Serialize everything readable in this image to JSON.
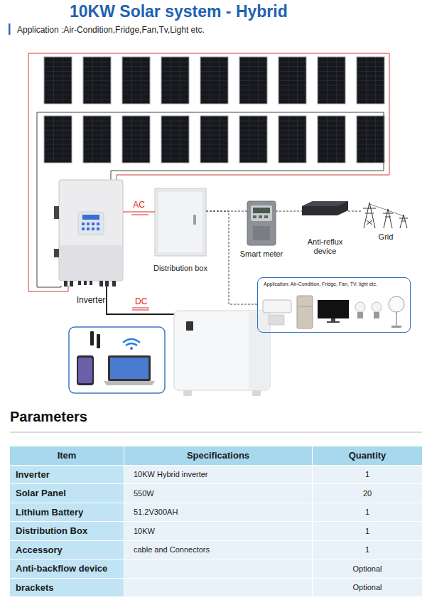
{
  "diagram": {
    "title": "10KW Solar system - Hybrid",
    "nodes": [
      {
        "text": [
          "Inverter"
        ]
      },
      {
        "text": [
          "Distribution box"
        ]
      },
      {
        "text": [
          "Smart meter"
        ]
      },
      {
        "text": [
          "Anti-reflux device"
        ]
      },
      {
        "text": [
          "Grid"
        ]
      },
      {
        "text": [
          "Application: Air-Condition, Fridge, Fan, TV, light etc."
        ]
      }
    ],
    "edges": [
      {
        "from": 0,
        "to": 1,
        "label": "AC",
        "arrow": "none"
      },
      {
        "from": 1,
        "to": 2,
        "arrow": "none"
      },
      {
        "from": 2,
        "to": 3,
        "arrow": "none"
      },
      {
        "from": 3,
        "to": 4,
        "arrow": "none"
      },
      {
        "from": 1,
        "to": 5,
        "arrow": "none"
      }
    ],
    "labels": [
      "Application :Air-Condition,Fridge,Fan,Tv,Light etc.",
      "DC",
      "Parameters",
      "Item",
      "Specifications",
      "Quantity",
      "Inverter",
      "10KW Hybrid inverter",
      "1",
      "Solar Panel",
      "550W",
      "20",
      "Lithium Battery",
      "51.2V300AH",
      "1",
      "Distribution Box",
      "10KW",
      "1",
      "Accessory",
      "cable and Connectors",
      "1",
      "Anti-backflow device",
      "Optional",
      "brackets",
      "Optional"
    ]
  }
}
